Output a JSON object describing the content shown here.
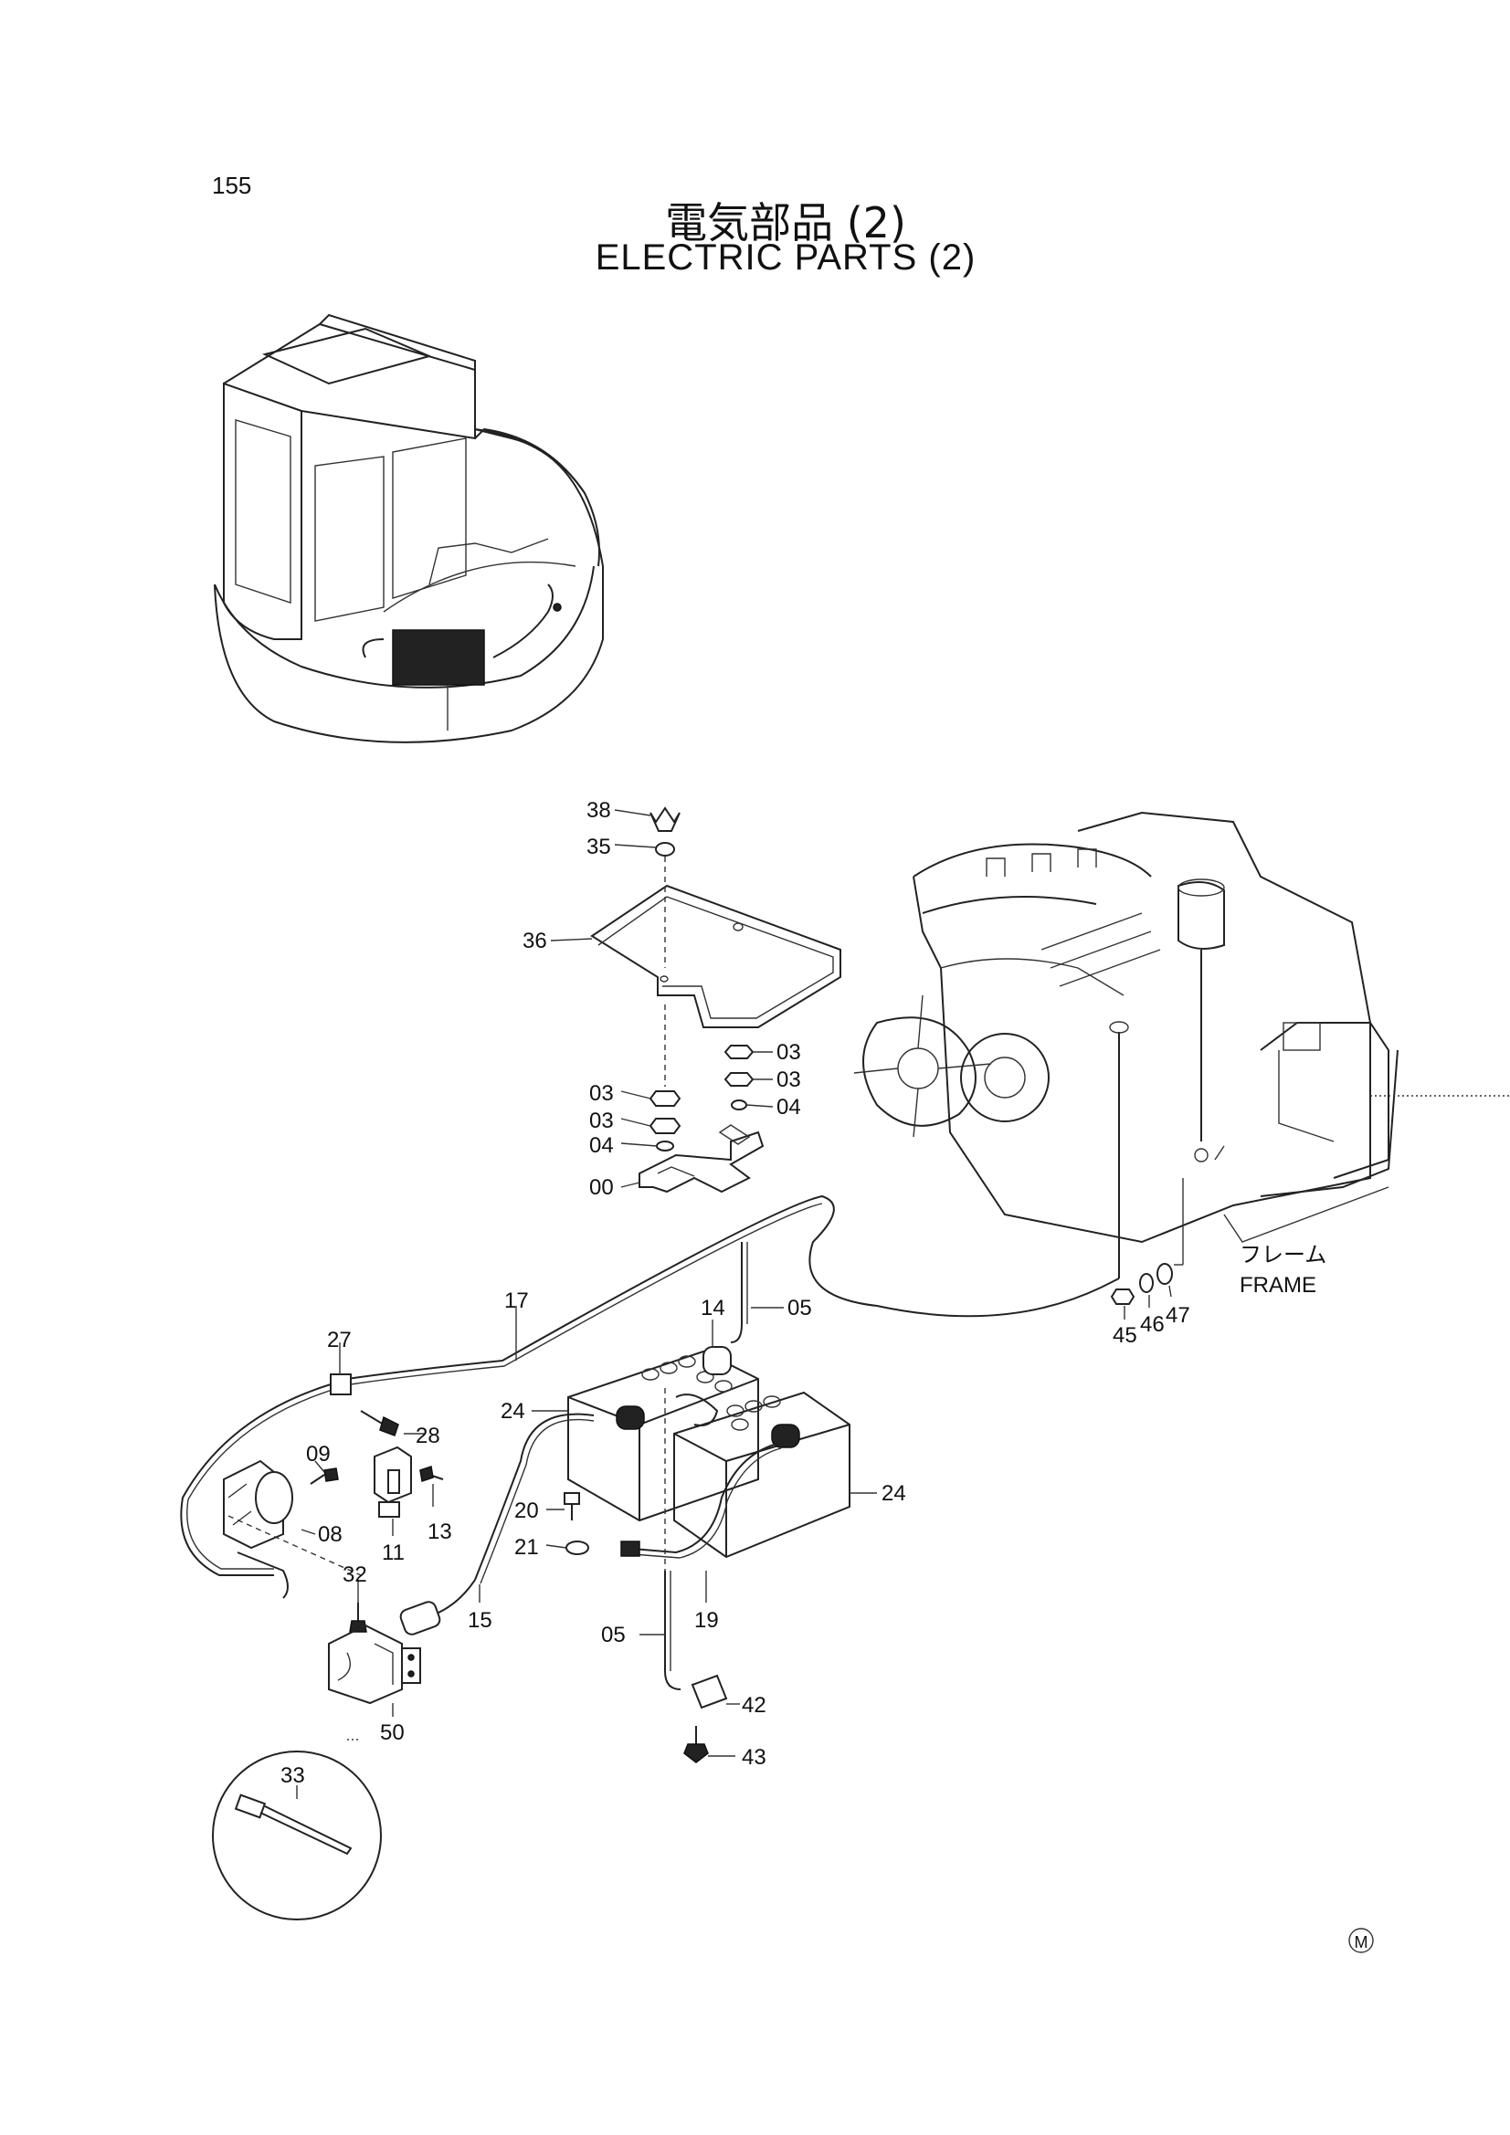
{
  "header": {
    "page_number": "155",
    "title_jp": "電気部品 (2)",
    "title_en": "ELECTRIC PARTS (2)"
  },
  "callouts": {
    "c38": "38",
    "c35": "35",
    "c36": "36",
    "c03a": "03",
    "c03b": "03",
    "c03c": "03",
    "c03d": "03",
    "c04a": "04",
    "c04b": "04",
    "c00": "00",
    "c17": "17",
    "c14": "14",
    "c05a": "05",
    "c27": "27",
    "c28": "28",
    "c24a": "24",
    "c24b": "24",
    "c09": "09",
    "c13": "13",
    "c11": "11",
    "c08": "08",
    "c20": "20",
    "c21": "21",
    "c32": "32",
    "c15": "15",
    "c19": "19",
    "c05b": "05",
    "c42": "42",
    "c43": "43",
    "c50": "50",
    "c33": "33",
    "c45": "45",
    "c46": "46",
    "c47": "47"
  },
  "frame_label": {
    "jp": "フレーム",
    "en": "FRAME"
  },
  "mark": "M"
}
